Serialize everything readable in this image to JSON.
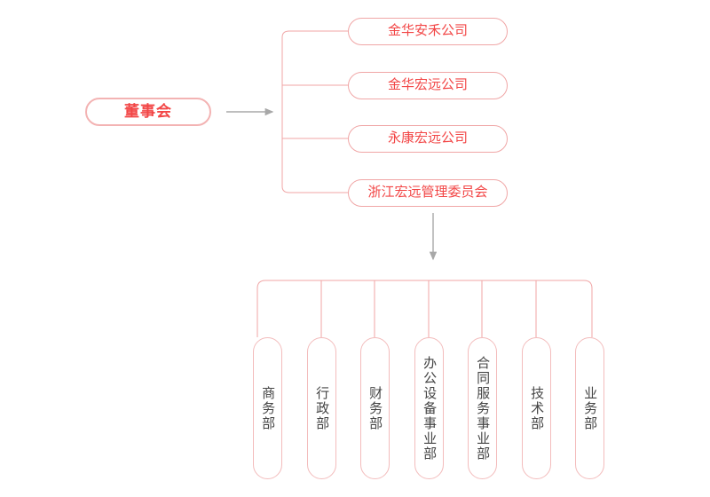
{
  "diagram": {
    "title": "",
    "colors": {
      "node_border": "#f0a6a6",
      "node_text_red": "#f24646",
      "dept_text": "#444444",
      "connector": "#f0a6a6",
      "arrow": "#a8a8a8",
      "background": "#ffffff"
    },
    "root": {
      "label": "董事会"
    },
    "branches": [
      {
        "label": "金华安禾公司"
      },
      {
        "label": "金华宏远公司"
      },
      {
        "label": "永康宏远公司"
      },
      {
        "label": "浙江宏远管理委员会"
      }
    ],
    "departments": [
      {
        "label": "商务部"
      },
      {
        "label": "行政部"
      },
      {
        "label": "财务部"
      },
      {
        "label": "办公设备事业部"
      },
      {
        "label": "合同服务事业部"
      },
      {
        "label": "技术部"
      },
      {
        "label": "业务部"
      }
    ]
  }
}
